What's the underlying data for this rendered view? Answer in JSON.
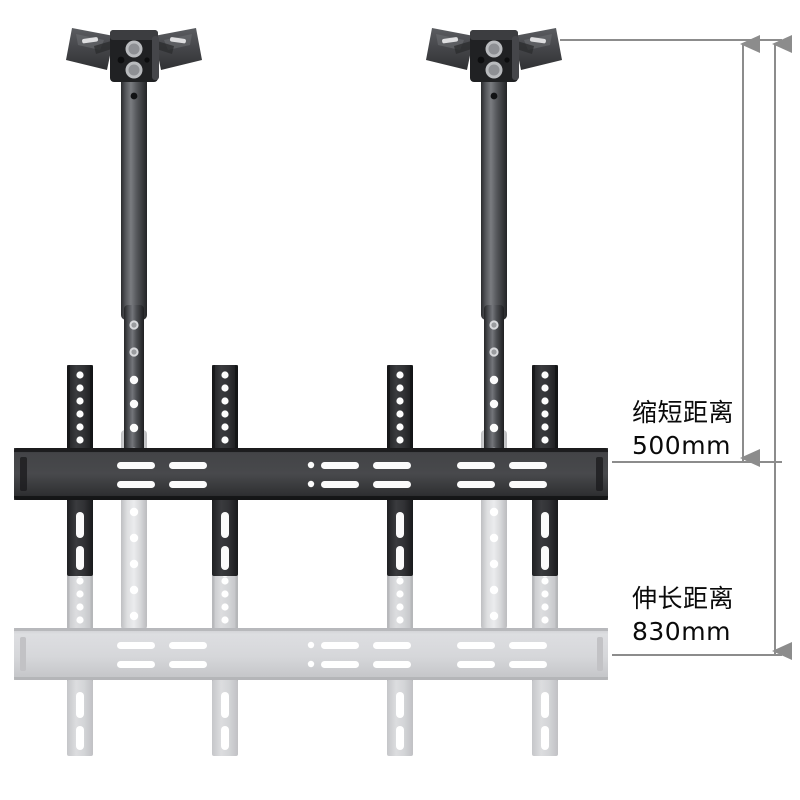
{
  "diagram": {
    "title": "TV Ceiling Mount Telescoping Height Diagram",
    "background_color": "#ffffff",
    "product": "ceiling tv mount bracket",
    "units": "mm"
  },
  "annotations": {
    "shortened": {
      "label": "缩短距离",
      "value": "500mm",
      "number": 500,
      "meaning": "shortened distance"
    },
    "extended": {
      "label": "伸长距离",
      "value": "830mm",
      "number": 830,
      "meaning": "extended distance"
    },
    "line_color": "#8c8c8c",
    "text_color": "#0a0a0a"
  },
  "parts": {
    "ceiling_plate_left": "ceiling-mount-plate-left",
    "ceiling_plate_right": "ceiling-mount-plate-right",
    "pole_left": "telescoping-pole-left",
    "pole_right": "telescoping-pole-right",
    "rail": "horizontal-mounting-rail",
    "strips": [
      "vertical-strip-1",
      "vertical-strip-2",
      "vertical-strip-3",
      "vertical-strip-4"
    ],
    "ghost": "extended-position-ghost"
  },
  "colors": {
    "metal_dark": "#2b2b2d",
    "metal_mid": "#3d3e41",
    "metal_light": "#6e7073",
    "ghost": "#c9cacc",
    "ghost_light": "#dcdddf",
    "hole": "#ffffff",
    "dimension": "#8c8c8c"
  }
}
